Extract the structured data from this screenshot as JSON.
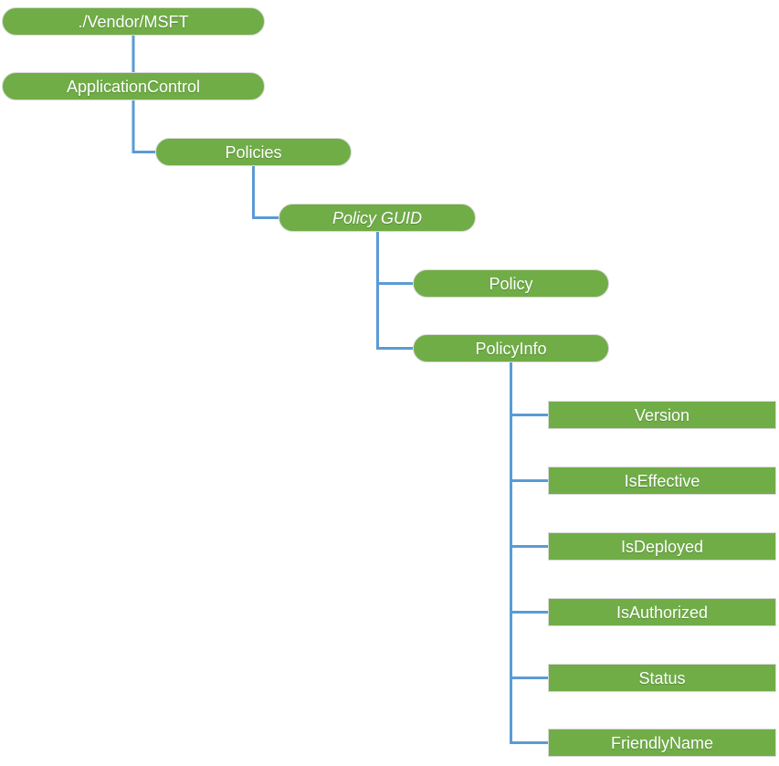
{
  "colors": {
    "node_fill": "#70AD47",
    "node_border": "#D9D9D9",
    "node_text": "#FFFFFF",
    "connector": "#5B9BD5",
    "background": "#FFFFFF"
  },
  "nodes": [
    {
      "id": "vendor-msft",
      "label": "./Vendor/MSFT",
      "shape": "pill",
      "italic": false,
      "parent": null
    },
    {
      "id": "application-control",
      "label": "ApplicationControl",
      "shape": "pill",
      "italic": false,
      "parent": "vendor-msft"
    },
    {
      "id": "policies",
      "label": "Policies",
      "shape": "pill",
      "italic": false,
      "parent": "application-control"
    },
    {
      "id": "policy-guid",
      "label": "Policy GUID",
      "shape": "pill",
      "italic": true,
      "parent": "policies"
    },
    {
      "id": "policy",
      "label": "Policy",
      "shape": "pill",
      "italic": false,
      "parent": "policy-guid"
    },
    {
      "id": "policy-info",
      "label": "PolicyInfo",
      "shape": "pill",
      "italic": false,
      "parent": "policy-guid"
    },
    {
      "id": "version",
      "label": "Version",
      "shape": "rect",
      "italic": false,
      "parent": "policy-info"
    },
    {
      "id": "is-effective",
      "label": "IsEffective",
      "shape": "rect",
      "italic": false,
      "parent": "policy-info"
    },
    {
      "id": "is-deployed",
      "label": "IsDeployed",
      "shape": "rect",
      "italic": false,
      "parent": "policy-info"
    },
    {
      "id": "is-authorized",
      "label": "IsAuthorized",
      "shape": "rect",
      "italic": false,
      "parent": "policy-info"
    },
    {
      "id": "status",
      "label": "Status",
      "shape": "rect",
      "italic": false,
      "parent": "policy-info"
    },
    {
      "id": "friendly-name",
      "label": "FriendlyName",
      "shape": "rect",
      "italic": false,
      "parent": "policy-info"
    }
  ]
}
